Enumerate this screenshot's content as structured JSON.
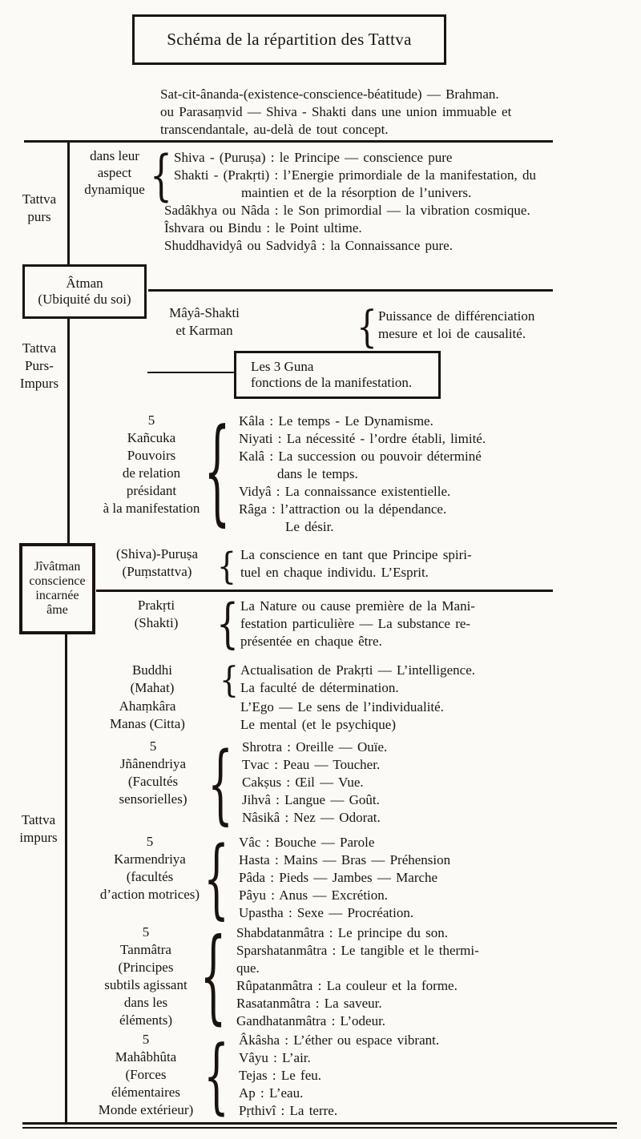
{
  "title": "Schéma de la répartition des Tattva",
  "intro": {
    "lines": [
      "Sat-cit-ânanda-(existence-conscience-béatitude) — Brahman.",
      "ou Parasaṃvid — Shiva - Shakti dans une union immuable et",
      "transcendantale, au-delà de tout concept."
    ]
  },
  "purs": {
    "rail": [
      "Tattva",
      "purs"
    ],
    "aspect": [
      "dans leur",
      "aspect",
      "dynamique"
    ],
    "braced": [
      "Shiva - (Puruṣa) : le Principe — conscience pure",
      "Shakti - (Prakṛti) : l’Energie primordiale de la manifestation, du",
      "maintien et de la résorption de l’univers."
    ],
    "rest": [
      "Sadâkhya ou Nâda : le Son primordial — la vibration cosmique.",
      "Îshvara ou Bindu : le Point ultime.",
      "Shuddhavidyâ ou Sadvidyâ : la Connaissance pure."
    ]
  },
  "atman": {
    "lines": [
      "Âtman",
      "(Ubiquité du soi)"
    ]
  },
  "maya": {
    "label": [
      "Mâyâ-Shakti",
      "et Karman"
    ],
    "desc": [
      "Puissance de différenciation",
      "mesure et loi de causalité."
    ]
  },
  "purs_impurs": {
    "rail": [
      "Tattva",
      "Purs-",
      "Impurs"
    ]
  },
  "guna": {
    "lines": [
      "Les 3 Guna",
      "fonctions de la manifestation."
    ]
  },
  "kancuka": {
    "label": [
      "5",
      "Kañcuka",
      "Pouvoirs",
      "de relation",
      "présidant",
      "à la manifestation"
    ],
    "items": [
      "Kâla : Le temps - Le Dynamisme.",
      "Niyati : La nécessité - l’ordre établi, limité.",
      "Kalâ : La succession ou pouvoir déterminé",
      "dans le temps.",
      "Vidyâ : La connaissance existentielle.",
      "Râga : l’attraction ou la dépendance.",
      "Le désir."
    ]
  },
  "jivatman": {
    "lines": [
      "Jîvâtman",
      "conscience",
      "incarnée",
      "âme"
    ]
  },
  "purusa": {
    "label": [
      "(Shiva)-Puruṣa",
      "(Puṃstattva)"
    ],
    "desc": [
      "La conscience en tant que Principe spiri-",
      "tuel en chaque individu. L’Esprit."
    ]
  },
  "prakrti": {
    "label": [
      "Prakṛti",
      "(Shakti)"
    ],
    "desc": [
      "La Nature ou cause première de la Mani-",
      "festation particulière — La substance re-",
      "présentée en chaque être."
    ]
  },
  "buddhi": {
    "label": [
      "Buddhi",
      "(Mahat)"
    ],
    "desc": [
      "Actualisation de Prakṛti — L’intelligence.",
      "La faculté de détermination."
    ]
  },
  "ahamkara": {
    "label": [
      "Ahaṃkâra",
      "Manas (Citta)"
    ],
    "desc": [
      "L’Ego — Le sens de l’individualité.",
      "Le mental (et le psychique)"
    ]
  },
  "jnanendriya": {
    "label": [
      "5",
      "Jñânendriya",
      "(Facultés",
      "sensorielles)"
    ],
    "items": [
      "Shrotra : Oreille — Ouïe.",
      "Tvac : Peau — Toucher.",
      "Cakṣus : Œil — Vue.",
      "Jihvâ : Langue — Goût.",
      "Nâsikâ : Nez — Odorat."
    ]
  },
  "impurs": {
    "rail": [
      "Tattva",
      "impurs"
    ]
  },
  "karmendriya": {
    "label": [
      "5",
      "Karmendriya",
      "(facultés",
      "d’action motrices)"
    ],
    "items": [
      "Vâc : Bouche — Parole",
      "Hasta : Mains — Bras — Préhension",
      "Pâda : Pieds — Jambes — Marche",
      "Pâyu : Anus — Excrétion.",
      "Upastha : Sexe — Procréation."
    ]
  },
  "tanmatra": {
    "label": [
      "5",
      "Tanmâtra",
      "(Principes",
      "subtils agissant",
      "dans les",
      "éléments)"
    ],
    "items": [
      "Shabdatanmâtra : Le principe du son.",
      "Sparshatanmâtra : Le tangible et le thermi-",
      "que.",
      "Rûpatanmâtra : La couleur et la forme.",
      "Rasatanmâtra : La saveur.",
      "Gandhatanmâtra : L’odeur."
    ]
  },
  "mahabhuta": {
    "label": [
      "5",
      "Mahâbhûta",
      "(Forces",
      "élémentaires",
      "Monde extérieur)"
    ],
    "items": [
      "Âkâsha : L’éther ou espace vibrant.",
      "Vâyu : L’air.",
      "Tejas : Le feu.",
      "Ap : L’eau.",
      "Pṛthivî : La terre."
    ]
  },
  "colors": {
    "ink": "#1b140e",
    "paper": "#fbfaf6"
  }
}
